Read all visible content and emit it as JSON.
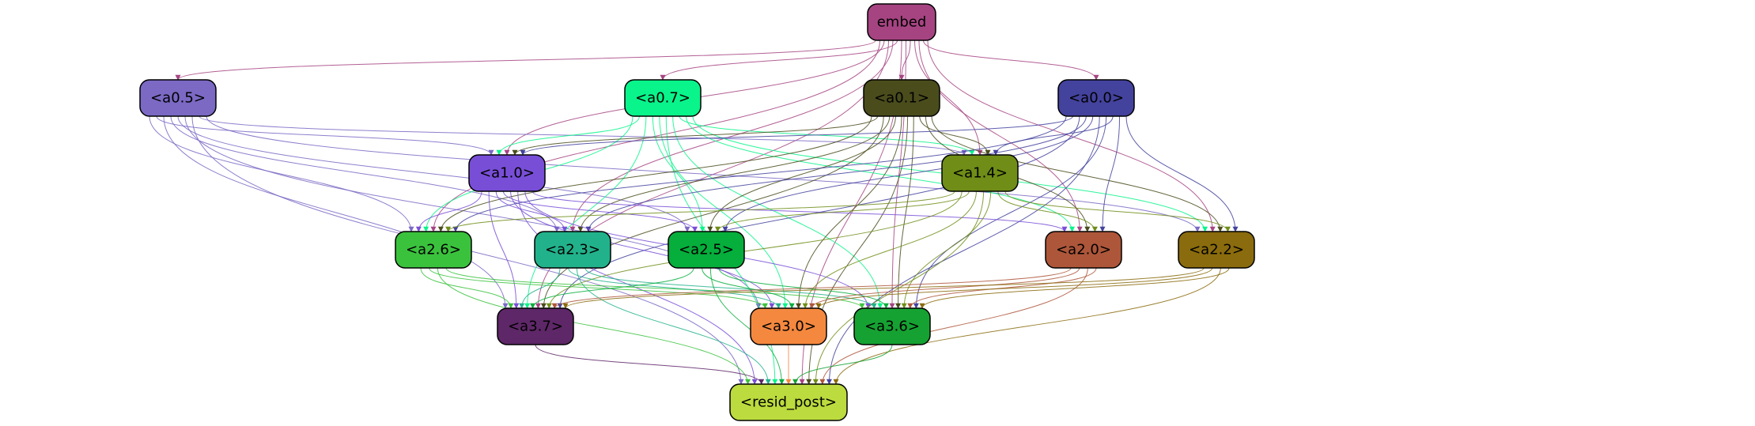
{
  "nodes": [
    {
      "id": "embed",
      "label": "embed",
      "fill": "#a64482",
      "text": "#000000"
    },
    {
      "id": "a0.5",
      "label": "<a0.5>",
      "fill": "#7b69c4",
      "text": "#000000"
    },
    {
      "id": "a0.7",
      "label": "<a0.7>",
      "fill": "#09f48a",
      "text": "#000000"
    },
    {
      "id": "a0.1",
      "label": "<a0.1>",
      "fill": "#4a4c1c",
      "text": "#000000"
    },
    {
      "id": "a0.0",
      "label": "<a0.0>",
      "fill": "#43429d",
      "text": "#000000"
    },
    {
      "id": "a1.0",
      "label": "<a1.0>",
      "fill": "#784ed7",
      "text": "#000000"
    },
    {
      "id": "a1.4",
      "label": "<a1.4>",
      "fill": "#6f8d17",
      "text": "#000000"
    },
    {
      "id": "a2.6",
      "label": "<a2.6>",
      "fill": "#3bc23d",
      "text": "#000000"
    },
    {
      "id": "a2.3",
      "label": "<a2.3>",
      "fill": "#22b28b",
      "text": "#000000"
    },
    {
      "id": "a2.5",
      "label": "<a2.5>",
      "fill": "#06ae3c",
      "text": "#000000"
    },
    {
      "id": "a2.0",
      "label": "<a2.0>",
      "fill": "#ad563a",
      "text": "#000000"
    },
    {
      "id": "a2.2",
      "label": "<a2.2>",
      "fill": "#8a6b0d",
      "text": "#000000"
    },
    {
      "id": "a3.7",
      "label": "<a3.7>",
      "fill": "#5e2768",
      "text": "#000000"
    },
    {
      "id": "a3.0",
      "label": "<a3.0>",
      "fill": "#f4883f",
      "text": "#000000"
    },
    {
      "id": "a3.6",
      "label": "<a3.6>",
      "fill": "#16a232",
      "text": "#000000"
    },
    {
      "id": "resid_post",
      "label": "<resid_post>",
      "fill": "#bcdb3e",
      "text": "#000000"
    }
  ],
  "edges": [
    {
      "from": "embed",
      "to": "a0.5",
      "color": "#a64482"
    },
    {
      "from": "embed",
      "to": "a0.7",
      "color": "#a64482"
    },
    {
      "from": "embed",
      "to": "a0.1",
      "color": "#a64482"
    },
    {
      "from": "embed",
      "to": "a0.0",
      "color": "#a64482"
    },
    {
      "from": "embed",
      "to": "a1.0",
      "color": "#a64482"
    },
    {
      "from": "embed",
      "to": "a1.4",
      "color": "#a64482"
    },
    {
      "from": "embed",
      "to": "a2.6",
      "color": "#a64482"
    },
    {
      "from": "embed",
      "to": "a2.3",
      "color": "#a64482"
    },
    {
      "from": "embed",
      "to": "a2.0",
      "color": "#a64482"
    },
    {
      "from": "embed",
      "to": "a2.2",
      "color": "#a64482"
    },
    {
      "from": "embed",
      "to": "a3.7",
      "color": "#a64482"
    },
    {
      "from": "embed",
      "to": "a3.6",
      "color": "#a64482"
    },
    {
      "from": "embed",
      "to": "resid_post",
      "color": "#a64482"
    },
    {
      "from": "a0.5",
      "to": "a1.0",
      "color": "#7b69c4"
    },
    {
      "from": "a0.5",
      "to": "a1.4",
      "color": "#7b69c4"
    },
    {
      "from": "a0.5",
      "to": "a2.6",
      "color": "#7b69c4"
    },
    {
      "from": "a0.5",
      "to": "a2.3",
      "color": "#7b69c4"
    },
    {
      "from": "a0.5",
      "to": "a2.5",
      "color": "#7b69c4"
    },
    {
      "from": "a0.5",
      "to": "a2.2",
      "color": "#7b69c4"
    },
    {
      "from": "a0.5",
      "to": "a3.7",
      "color": "#7b69c4"
    },
    {
      "from": "a0.5",
      "to": "a3.0",
      "color": "#7b69c4"
    },
    {
      "from": "a0.5",
      "to": "resid_post",
      "color": "#7b69c4"
    },
    {
      "from": "a0.7",
      "to": "a1.0",
      "color": "#09f48a"
    },
    {
      "from": "a0.7",
      "to": "a1.4",
      "color": "#09f48a"
    },
    {
      "from": "a0.7",
      "to": "a2.6",
      "color": "#09f48a"
    },
    {
      "from": "a0.7",
      "to": "a2.5",
      "color": "#09f48a"
    },
    {
      "from": "a0.7",
      "to": "a2.0",
      "color": "#09f48a"
    },
    {
      "from": "a0.7",
      "to": "a2.2",
      "color": "#09f48a"
    },
    {
      "from": "a0.7",
      "to": "a3.7",
      "color": "#09f48a"
    },
    {
      "from": "a0.7",
      "to": "a3.0",
      "color": "#09f48a"
    },
    {
      "from": "a0.7",
      "to": "a3.6",
      "color": "#09f48a"
    },
    {
      "from": "a0.7",
      "to": "resid_post",
      "color": "#09f48a"
    },
    {
      "from": "a0.1",
      "to": "a1.0",
      "color": "#4a4c1c"
    },
    {
      "from": "a0.1",
      "to": "a1.4",
      "color": "#4a4c1c"
    },
    {
      "from": "a0.1",
      "to": "a2.6",
      "color": "#4a4c1c"
    },
    {
      "from": "a0.1",
      "to": "a2.3",
      "color": "#4a4c1c"
    },
    {
      "from": "a0.1",
      "to": "a2.5",
      "color": "#4a4c1c"
    },
    {
      "from": "a0.1",
      "to": "a2.0",
      "color": "#4a4c1c"
    },
    {
      "from": "a0.1",
      "to": "a2.2",
      "color": "#4a4c1c"
    },
    {
      "from": "a0.1",
      "to": "a3.7",
      "color": "#4a4c1c"
    },
    {
      "from": "a0.1",
      "to": "a3.0",
      "color": "#4a4c1c"
    },
    {
      "from": "a0.1",
      "to": "a3.6",
      "color": "#4a4c1c"
    },
    {
      "from": "a0.1",
      "to": "resid_post",
      "color": "#4a4c1c"
    },
    {
      "from": "a0.0",
      "to": "a1.0",
      "color": "#43429d"
    },
    {
      "from": "a0.0",
      "to": "a1.4",
      "color": "#43429d"
    },
    {
      "from": "a0.0",
      "to": "a2.6",
      "color": "#43429d"
    },
    {
      "from": "a0.0",
      "to": "a2.3",
      "color": "#43429d"
    },
    {
      "from": "a0.0",
      "to": "a2.5",
      "color": "#43429d"
    },
    {
      "from": "a0.0",
      "to": "a2.0",
      "color": "#43429d"
    },
    {
      "from": "a0.0",
      "to": "a2.2",
      "color": "#43429d"
    },
    {
      "from": "a0.0",
      "to": "a3.7",
      "color": "#43429d"
    },
    {
      "from": "a0.0",
      "to": "a3.6",
      "color": "#43429d"
    },
    {
      "from": "a0.0",
      "to": "resid_post",
      "color": "#43429d"
    },
    {
      "from": "a1.0",
      "to": "a2.6",
      "color": "#784ed7"
    },
    {
      "from": "a1.0",
      "to": "a2.3",
      "color": "#784ed7"
    },
    {
      "from": "a1.0",
      "to": "a2.5",
      "color": "#784ed7"
    },
    {
      "from": "a1.0",
      "to": "a2.0",
      "color": "#784ed7"
    },
    {
      "from": "a1.0",
      "to": "a3.7",
      "color": "#784ed7"
    },
    {
      "from": "a1.0",
      "to": "a3.0",
      "color": "#784ed7"
    },
    {
      "from": "a1.0",
      "to": "a3.6",
      "color": "#784ed7"
    },
    {
      "from": "a1.0",
      "to": "resid_post",
      "color": "#784ed7"
    },
    {
      "from": "a1.4",
      "to": "a2.6",
      "color": "#6f8d17"
    },
    {
      "from": "a1.4",
      "to": "a2.5",
      "color": "#6f8d17"
    },
    {
      "from": "a1.4",
      "to": "a2.0",
      "color": "#6f8d17"
    },
    {
      "from": "a1.4",
      "to": "a2.2",
      "color": "#6f8d17"
    },
    {
      "from": "a1.4",
      "to": "a3.7",
      "color": "#6f8d17"
    },
    {
      "from": "a1.4",
      "to": "a3.0",
      "color": "#6f8d17"
    },
    {
      "from": "a1.4",
      "to": "a3.6",
      "color": "#6f8d17"
    },
    {
      "from": "a1.4",
      "to": "resid_post",
      "color": "#6f8d17"
    },
    {
      "from": "a2.6",
      "to": "a3.7",
      "color": "#3bc23d"
    },
    {
      "from": "a2.6",
      "to": "a3.0",
      "color": "#3bc23d"
    },
    {
      "from": "a2.6",
      "to": "a3.6",
      "color": "#3bc23d"
    },
    {
      "from": "a2.6",
      "to": "resid_post",
      "color": "#3bc23d"
    },
    {
      "from": "a2.3",
      "to": "a3.7",
      "color": "#22b28b"
    },
    {
      "from": "a2.3",
      "to": "a3.0",
      "color": "#22b28b"
    },
    {
      "from": "a2.3",
      "to": "a3.6",
      "color": "#22b28b"
    },
    {
      "from": "a2.3",
      "to": "resid_post",
      "color": "#22b28b"
    },
    {
      "from": "a2.5",
      "to": "a3.7",
      "color": "#06ae3c"
    },
    {
      "from": "a2.5",
      "to": "a3.0",
      "color": "#06ae3c"
    },
    {
      "from": "a2.5",
      "to": "a3.6",
      "color": "#06ae3c"
    },
    {
      "from": "a2.5",
      "to": "resid_post",
      "color": "#06ae3c"
    },
    {
      "from": "a2.0",
      "to": "a3.7",
      "color": "#ad563a"
    },
    {
      "from": "a2.0",
      "to": "a3.0",
      "color": "#ad563a"
    },
    {
      "from": "a2.0",
      "to": "a3.6",
      "color": "#ad563a"
    },
    {
      "from": "a2.0",
      "to": "resid_post",
      "color": "#ad563a"
    },
    {
      "from": "a2.2",
      "to": "a3.7",
      "color": "#8a6b0d"
    },
    {
      "from": "a2.2",
      "to": "a3.0",
      "color": "#8a6b0d"
    },
    {
      "from": "a2.2",
      "to": "a3.6",
      "color": "#8a6b0d"
    },
    {
      "from": "a2.2",
      "to": "resid_post",
      "color": "#8a6b0d"
    },
    {
      "from": "a3.7",
      "to": "resid_post",
      "color": "#5e2768"
    },
    {
      "from": "a3.0",
      "to": "resid_post",
      "color": "#f4883f"
    },
    {
      "from": "a3.6",
      "to": "resid_post",
      "color": "#16a232"
    }
  ]
}
